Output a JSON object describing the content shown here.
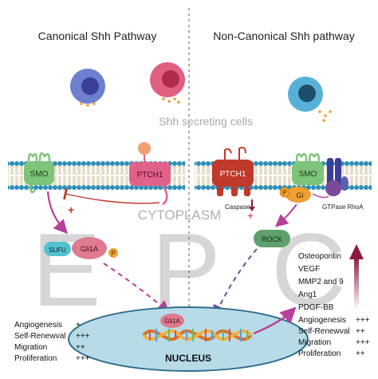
{
  "titles": {
    "left": "Canonical Shh Pathway",
    "right": "Non-Canonical Shh pathway"
  },
  "secreting_label": "Shh secreting cells",
  "cytoplasm_label": "CYTOPLASM",
  "cytoplasm_plus": "+",
  "nucleus_label": "NUCLEUS",
  "epc_letters": [
    "E",
    "P",
    "C"
  ],
  "canonical": {
    "smo": "SMO",
    "ptch1": "PTCH1",
    "plus": "+",
    "sufu": "SUFU",
    "gli1a": "Gli1A",
    "p": "P",
    "nuclear_gli1a": "Gli1A"
  },
  "noncanonical": {
    "ptch1": "PTCH1",
    "smo": "SMO",
    "caspase": "Caspase",
    "gi": "Gi",
    "p": "P",
    "gtpase": "GTPase RhoA",
    "rock": "ROCK",
    "factors": [
      "Osteopontin",
      "VEGF",
      "MMP2 and 9",
      "Ang1",
      "PDGF-BB"
    ]
  },
  "left_effects": [
    {
      "label": "Angiogenesis",
      "value": "+"
    },
    {
      "label": "Self-Renewval",
      "value": "+++"
    },
    {
      "label": "Migration",
      "value": "++"
    },
    {
      "label": "Proliferation",
      "value": "+++"
    }
  ],
  "right_effects": [
    {
      "label": "Angiogenesis",
      "value": "+++"
    },
    {
      "label": "Self-Renewval",
      "value": "++"
    },
    {
      "label": "Migration",
      "value": "+++"
    },
    {
      "label": "Proliferation",
      "value": "++"
    }
  ],
  "colors": {
    "membrane_head": "#2f8fb4",
    "membrane_tail": "#d9d3b5",
    "smo": "#7ec47a",
    "ptch1": "#e0628a",
    "ptch1_dark": "#c0392b",
    "magenta": "#b7409b",
    "gli1a": "#e07a8e",
    "sufu": "#52c2d0",
    "p_orange": "#f0a030",
    "rock": "#5fa06c",
    "nucleus": "#b8dbe8",
    "nucleus_edge": "#2e6f8c",
    "up_arrow": "#8b1c3c",
    "cell_blue": "#6f7fd0",
    "cell_pink": "#e06080",
    "cell_cyan": "#58b0d8"
  }
}
